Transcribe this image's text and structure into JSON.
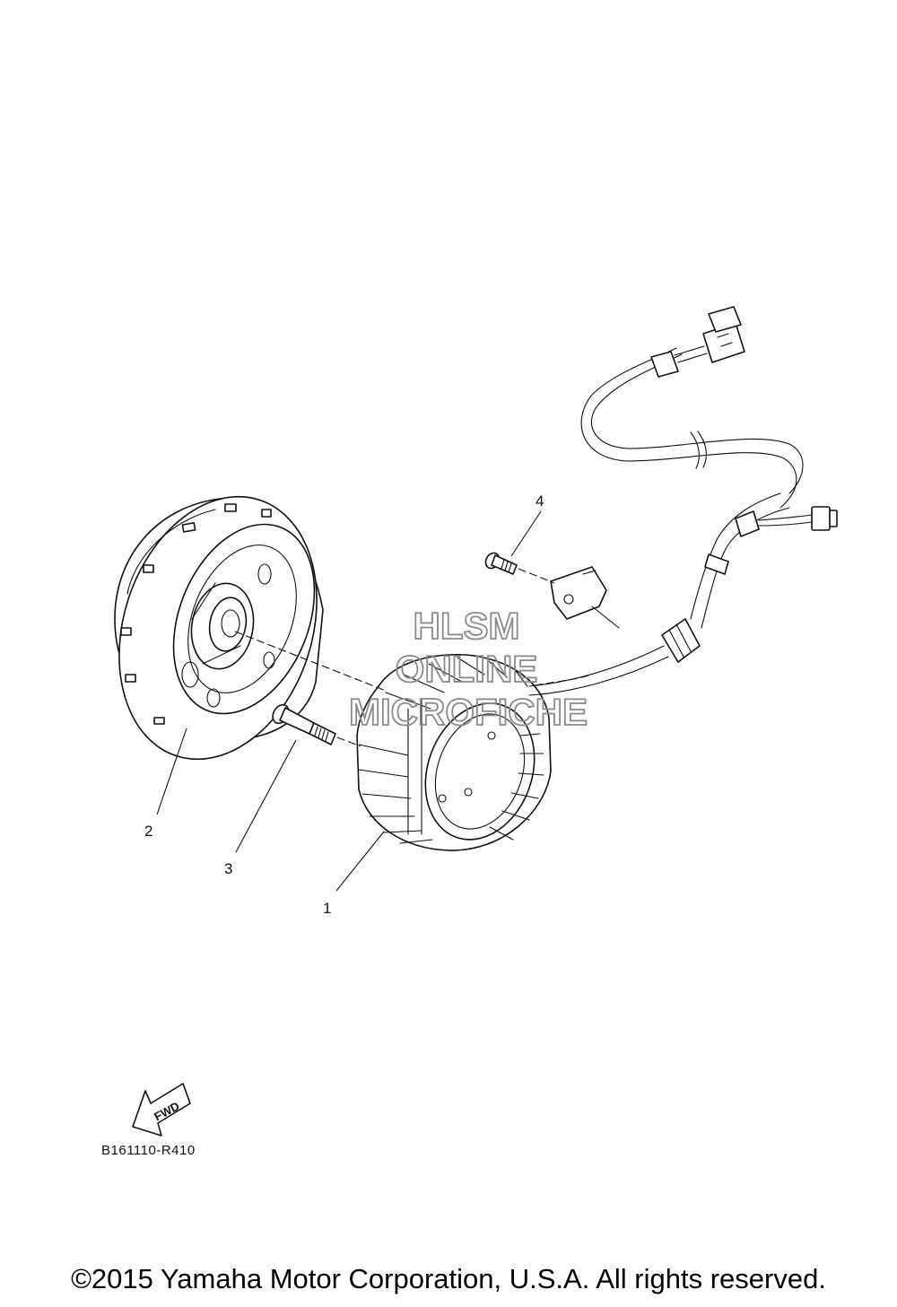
{
  "callouts": {
    "stator_assembly": "1",
    "rotor_assembly": "2",
    "stator_bolt": "3",
    "clamp_screw": "4"
  },
  "fwd_label": "FWD",
  "diagram_code": "B161110-R410",
  "watermark": {
    "line1": "HLSM",
    "line2": "ONLINE",
    "line3": "MICROFICHE"
  },
  "copyright": "©2015 Yamaha Motor Corporation, U.S.A. All rights reserved.",
  "icons": {
    "fwd_arrow": "fwd-arrow-icon"
  },
  "colors": {
    "line": "#111111",
    "watermark": "#8a8a8a",
    "background": "#ffffff"
  }
}
